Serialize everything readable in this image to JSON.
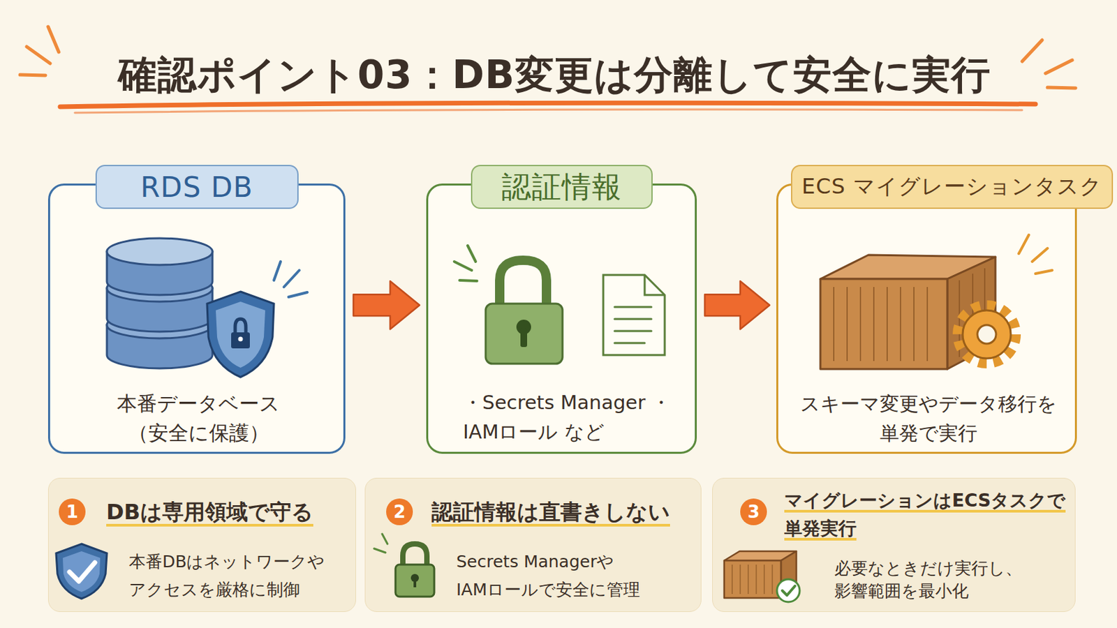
{
  "diagram": {
    "title": "確認ポイント03：DB変更は分離して安全に実行",
    "nodes": [
      {
        "text": [
          "RDS DB",
          "本番データベース （安全に保護）"
        ]
      },
      {
        "text": [
          "認証情報",
          "・Secrets Manager ・IAMロール など"
        ]
      },
      {
        "text": [
          "ECS マイグレーションタスク",
          "スキーマ変更やデータ移行を 単発で実行"
        ]
      },
      {
        "text": [
          "1",
          "DBは専用領域で守る",
          "本番DBはネットワークや アクセスを厳格に制御"
        ]
      },
      {
        "text": [
          "2",
          "認証情報は直書きしない",
          "Secrets Managerや IAMロールで安全に管理"
        ]
      },
      {
        "text": [
          "3",
          "マイグレーションはECSタスクで 単発実行",
          "必要なときだけ実行し、 影響範囲を最小化"
        ]
      }
    ],
    "edges": [
      {
        "from": 0,
        "to": 1,
        "arrow": "to"
      },
      {
        "from": 1,
        "to": 2,
        "arrow": "to"
      }
    ]
  }
}
